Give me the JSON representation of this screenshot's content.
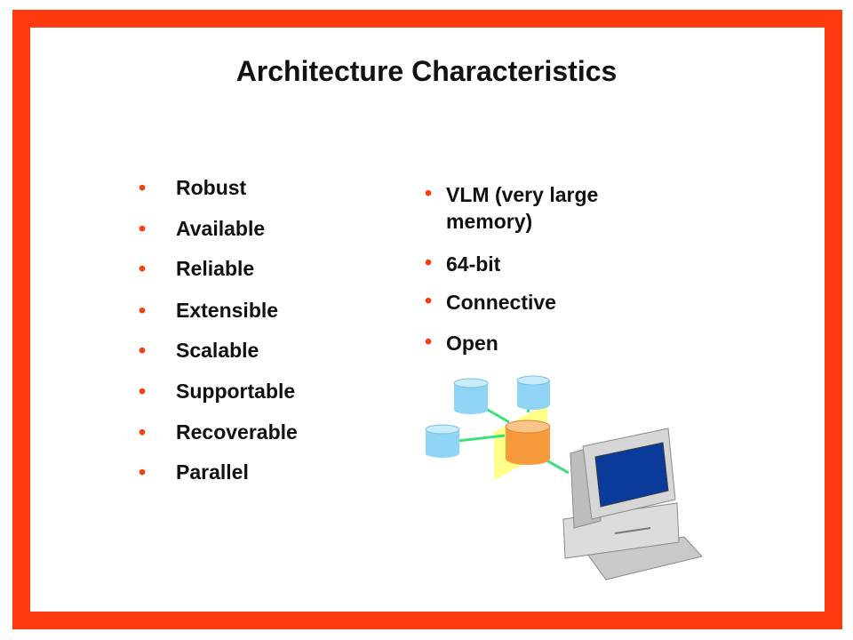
{
  "slide": {
    "title": "Architecture Characteristics",
    "left_items": [
      "Robust",
      "Available",
      "Reliable",
      "Extensible",
      "Scalable",
      "Supportable",
      "Recoverable",
      "Parallel"
    ],
    "right_items": [
      "VLM (very large memory)",
      "64-bit",
      "Connective",
      "Open"
    ]
  },
  "colors": {
    "frame": "#ff3a10",
    "bullet": "#ff3a10",
    "database_blue": "#8fd3f5",
    "database_orange": "#f79a3c",
    "panel_yellow": "#ffff8a",
    "link_green": "#3ce07a",
    "screen_blue": "#0a3a9a"
  },
  "icons": [
    "database-icon",
    "computer-icon"
  ]
}
